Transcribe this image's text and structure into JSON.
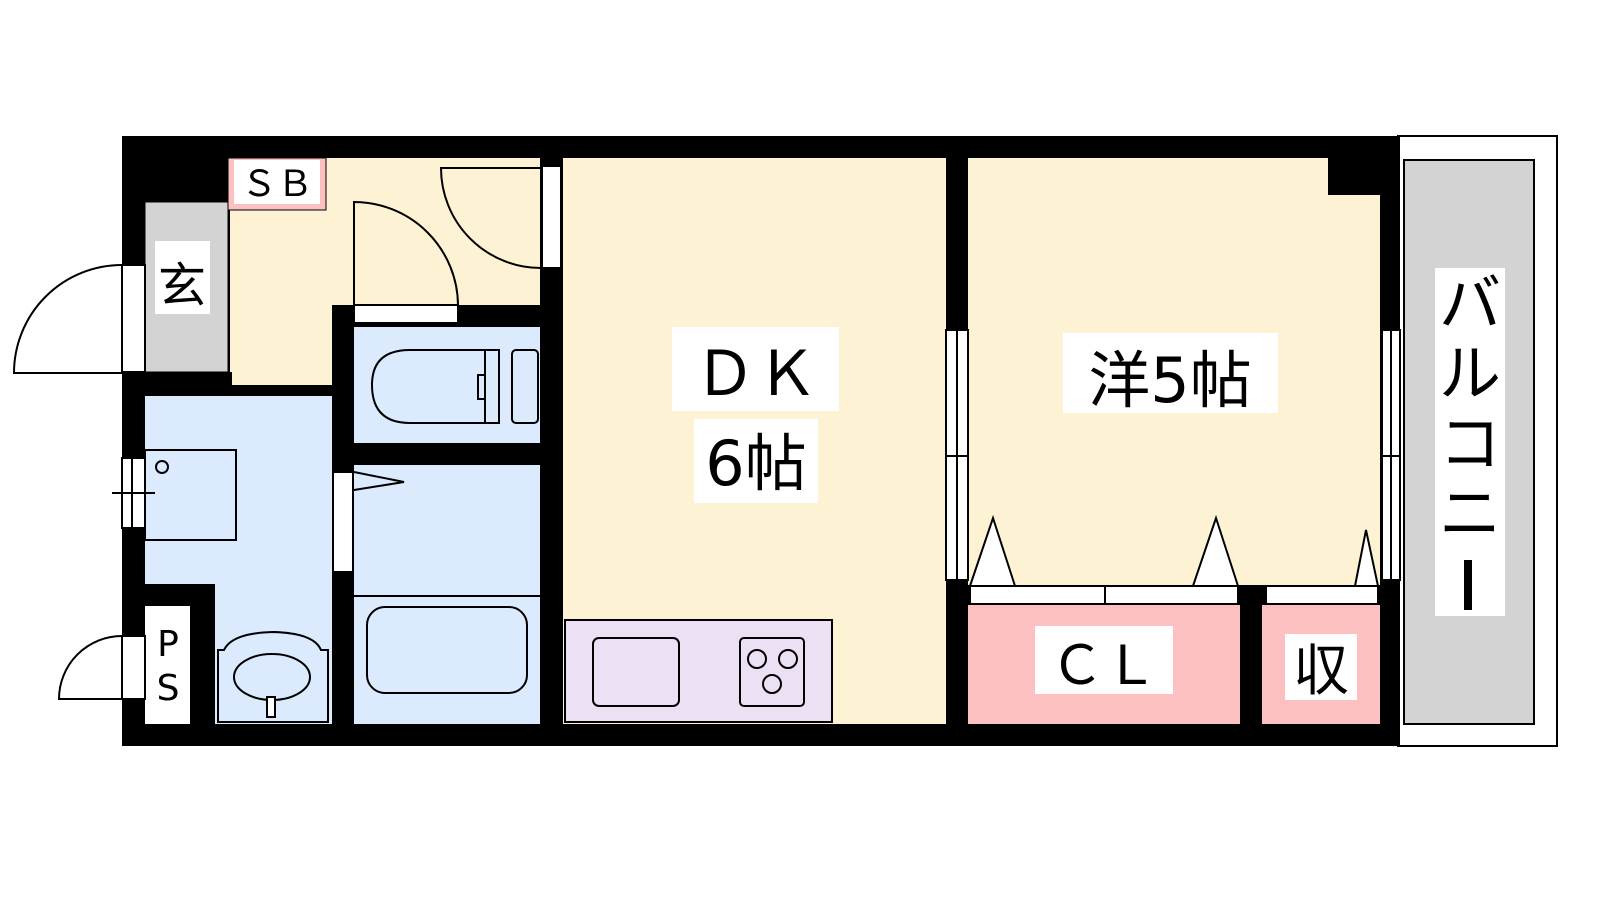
{
  "rooms": {
    "dk": {
      "line1": "ＤＫ",
      "line2": "6帖"
    },
    "western": {
      "label": "洋5帖"
    },
    "closet": {
      "label": "ＣＬ"
    },
    "storage": {
      "label": "収"
    },
    "balcony": {
      "chars": [
        "バ",
        "ル",
        "コ",
        "ニ",
        "ー"
      ]
    },
    "entrance": {
      "label": "玄"
    },
    "shoe_box": {
      "label": "ＳＢ"
    },
    "pipe_space": {
      "line1": "P",
      "line2": "S"
    }
  },
  "colors": {
    "wall": "#000000",
    "living_floor": "#fdf2d3",
    "wet_area": "#dbeafd",
    "kitchen": "#ece0f5",
    "storage": "#fcc0c0",
    "balcony": "#d3d3d3",
    "entrance": "#d3d3d3"
  }
}
